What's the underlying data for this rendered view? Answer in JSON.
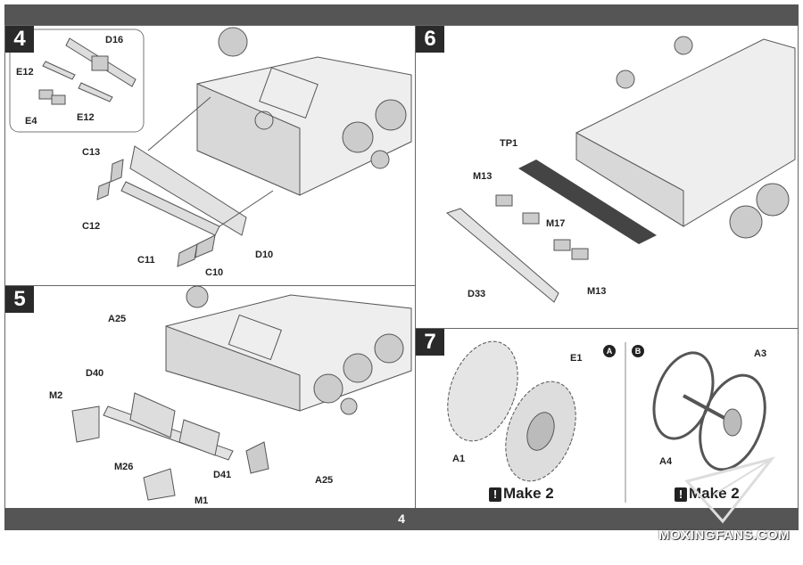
{
  "page_number": "4",
  "watermark": "MOXINGFANS.COM",
  "steps": {
    "s4": {
      "number": "4",
      "labels": [
        "D16",
        "E12",
        "E12",
        "E4",
        "C13",
        "C12",
        "C11",
        "C10",
        "D10"
      ]
    },
    "s5": {
      "number": "5",
      "labels": [
        "A25",
        "D40",
        "M2",
        "M26",
        "D41",
        "A25",
        "M1"
      ]
    },
    "s6": {
      "number": "6",
      "labels": [
        "TP1",
        "M13",
        "M17",
        "M13",
        "D33"
      ]
    },
    "s7": {
      "number": "7",
      "variant_a": "A",
      "variant_b": "B",
      "labels": [
        "E1",
        "A1",
        "A3",
        "A4"
      ],
      "make_a": "Make 2",
      "make_b": "Make 2",
      "make_icon": "!"
    }
  }
}
